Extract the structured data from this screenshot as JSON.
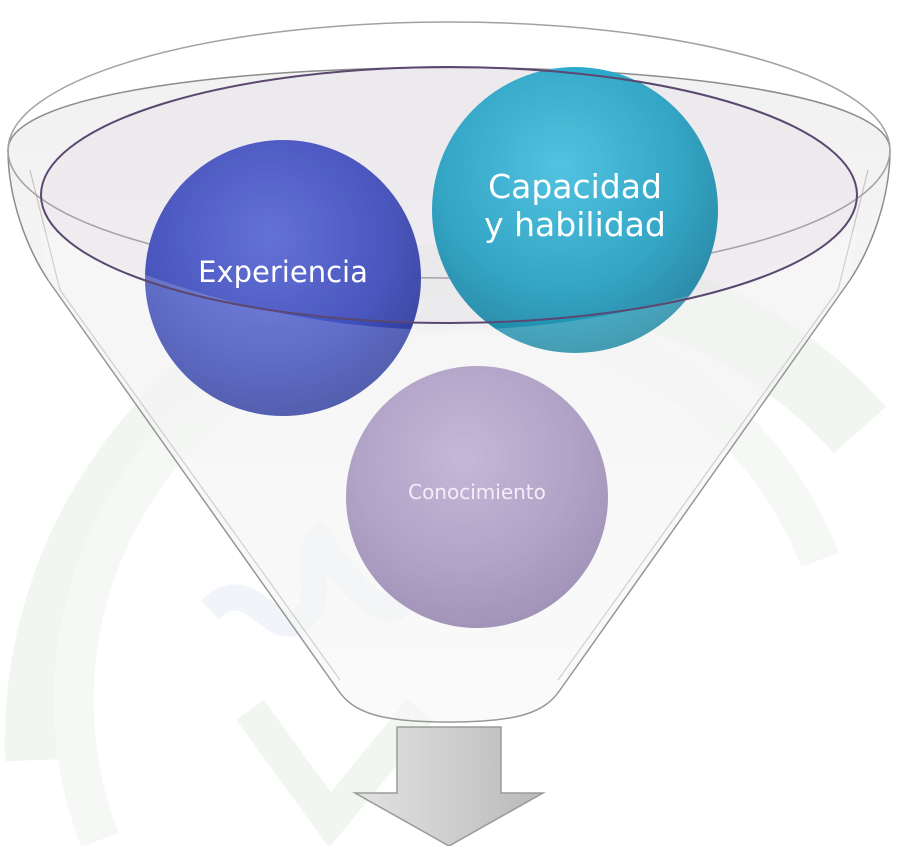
{
  "diagram": {
    "type": "funnel",
    "circles": [
      {
        "id": "experiencia",
        "label": "Experiencia",
        "color": "#3f4fbf"
      },
      {
        "id": "capacidad",
        "label": "Capacidad y habilidad",
        "line1": "Capacidad",
        "line2": "y habilidad",
        "color": "#25a6c6"
      },
      {
        "id": "conocimiento",
        "label": "Conocimiento",
        "color": "#a08fba"
      }
    ],
    "funnel_color": "#e6e6e6",
    "arrow_color": "#c9c9c9",
    "watermark_color": "#eaf2ea"
  }
}
